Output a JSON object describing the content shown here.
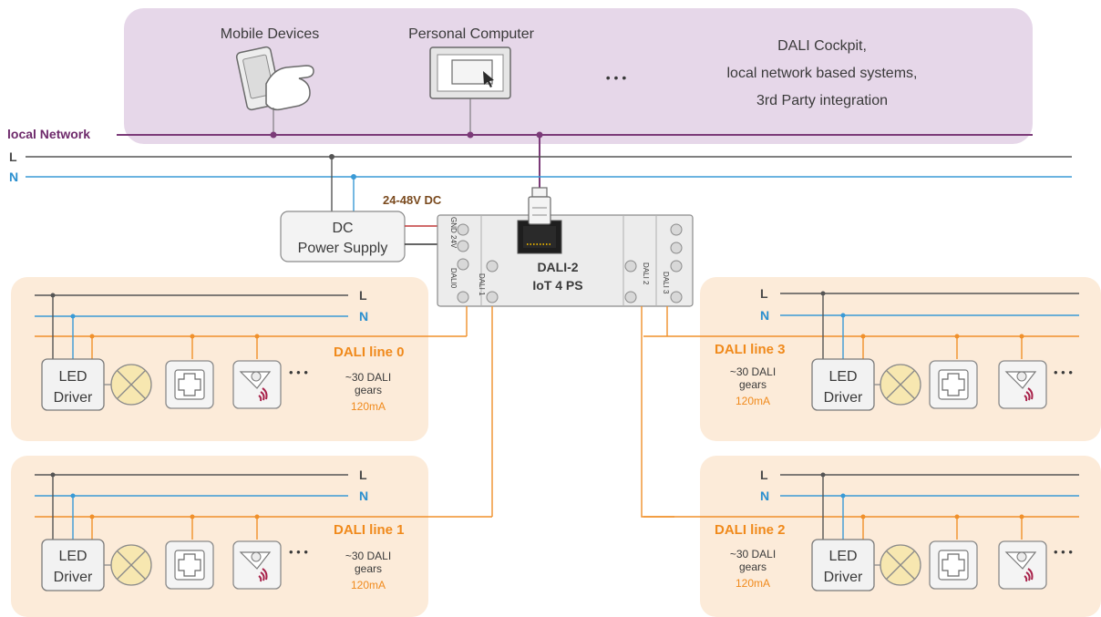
{
  "top": {
    "mobile_label": "Mobile Devices",
    "pc_label": "Personal Computer",
    "ellipsis": "• • •",
    "systems_line1": "DALI Cockpit,",
    "systems_line2": "local network based systems,",
    "systems_line3": "3rd Party integration"
  },
  "buses": {
    "network": "local Network",
    "l": "L",
    "n": "N"
  },
  "power": {
    "voltage": "24-48V DC",
    "psu_line1": "DC",
    "psu_line2": "Power Supply"
  },
  "device": {
    "name_line1": "DALI-2",
    "name_line2": "IoT 4 PS",
    "term_gnd": "GND",
    "term_24v": "24V",
    "term_dali0": "DALI0",
    "term_dali1": "DALI 1",
    "term_dali2": "DALI 2",
    "term_dali3": "DALI 3"
  },
  "lines": {
    "dali0": "DALI line 0",
    "dali1": "DALI line 1",
    "dali2": "DALI line 2",
    "dali3": "DALI line 3"
  },
  "panel": {
    "l": "L",
    "n": "N",
    "led_line1": "LED",
    "led_line2": "Driver",
    "more": "• • •",
    "gears_line1": "~30 DALI",
    "gears_line2": "gears",
    "current": "120mA"
  },
  "colors": {
    "network": "#7b3a78",
    "neutral": "#3a9ad6",
    "dali": "#f0902a",
    "top_area": "#e5d6e8",
    "panel_bg": "#fcebd9"
  }
}
